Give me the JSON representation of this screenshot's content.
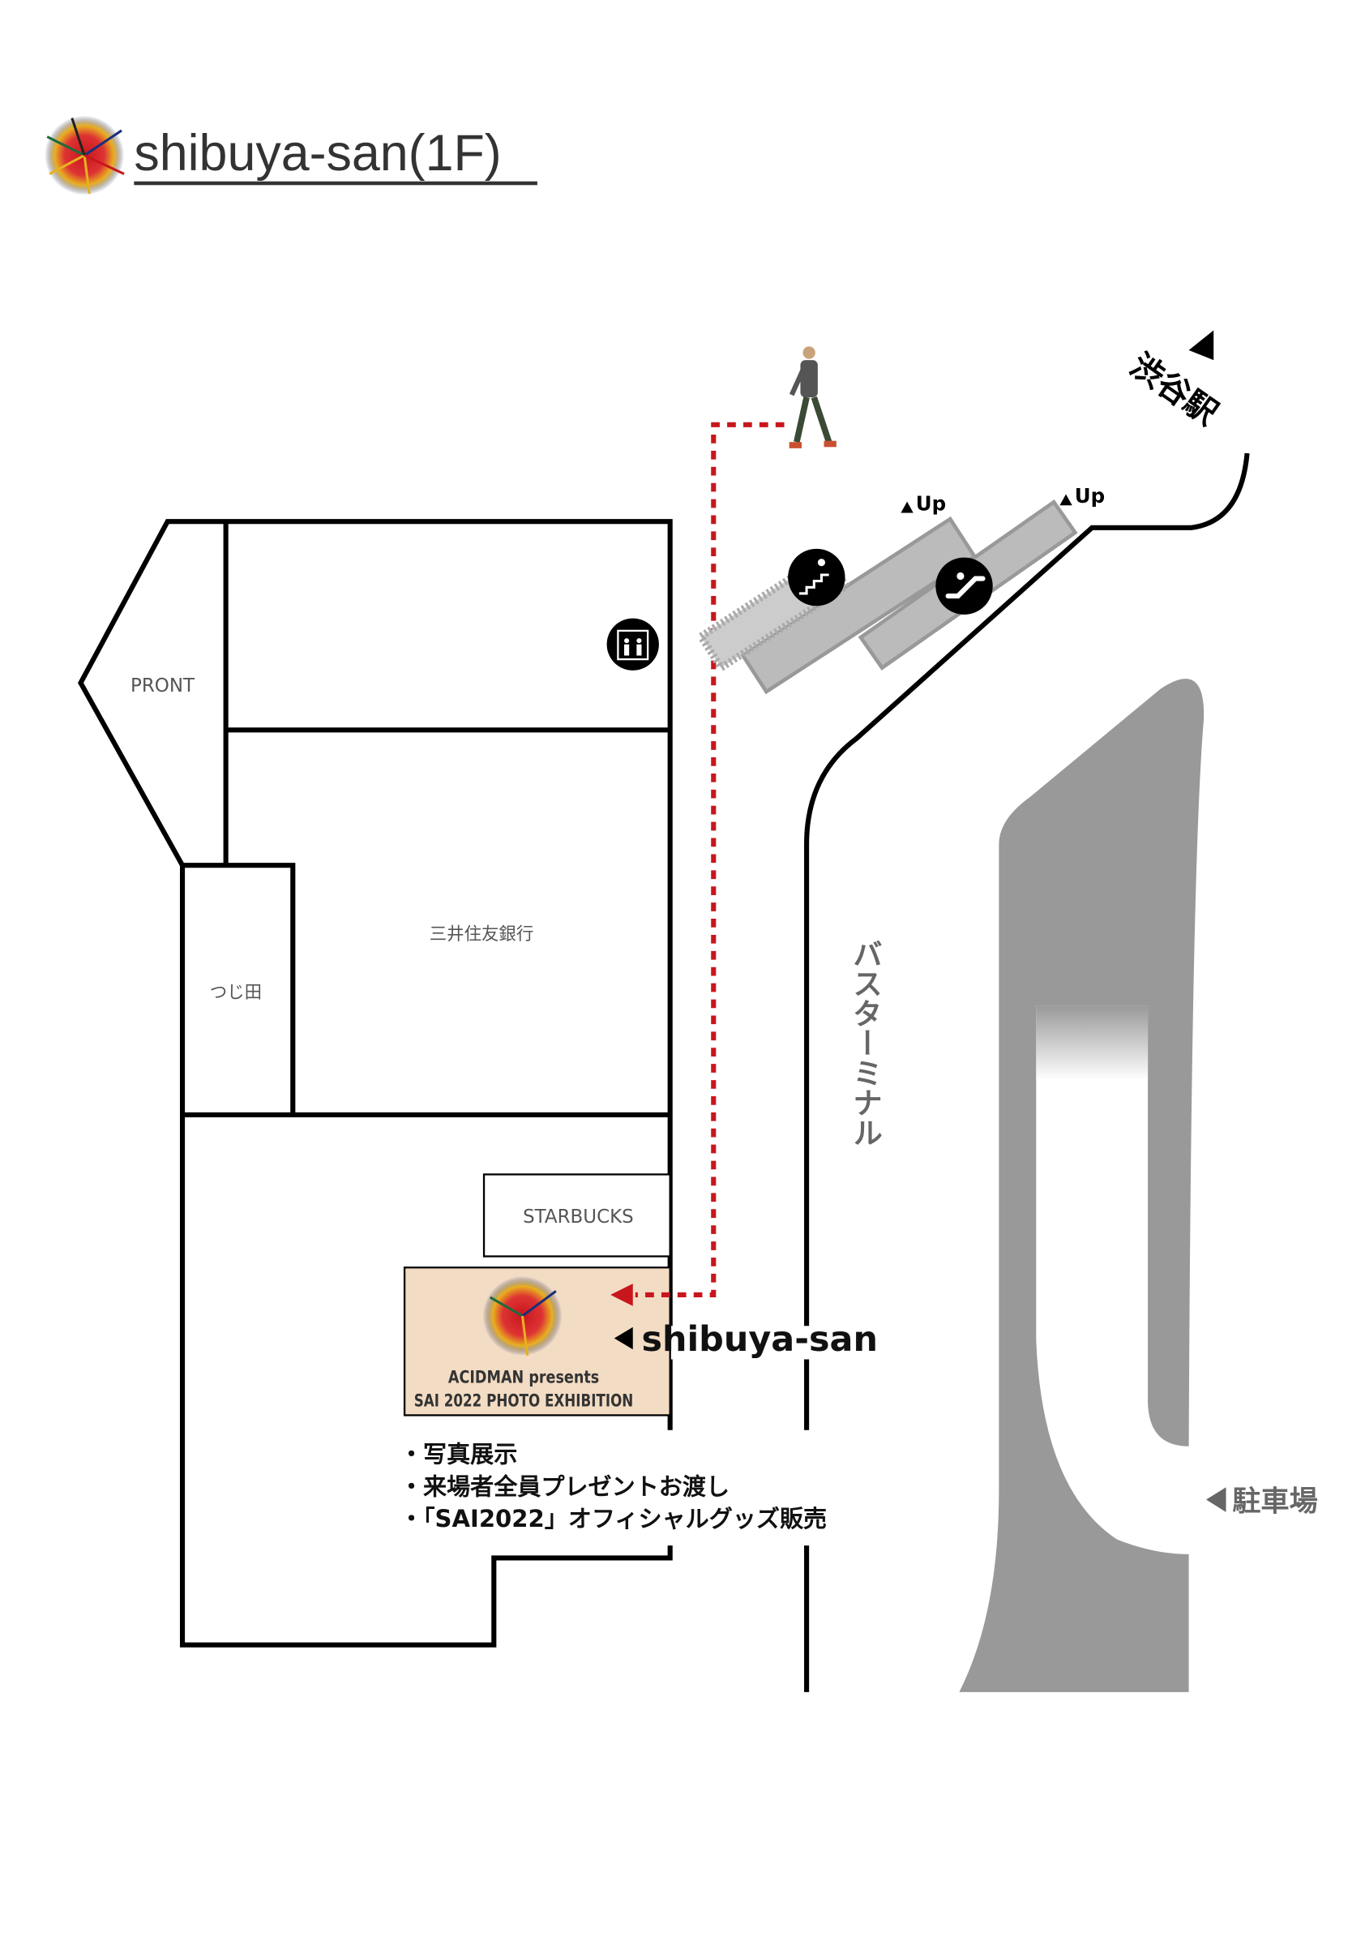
{
  "header": {
    "title": "shibuya-san(1F)"
  },
  "floor_labels": {
    "front": "PRONT",
    "bank": "三井住友銀行",
    "tsujita": "つじ田",
    "starbucks": "STARBUCKS"
  },
  "exhibition": {
    "line1": "ACIDMAN presents",
    "line2": "SAI 2022 PHOTO EXHIBITION",
    "venue_label": "shibuya-san"
  },
  "features": [
    "・写真展示",
    "・来場者全員プレゼントお渡し",
    "・「SAI2022」オフィシャルグッズ販売"
  ],
  "directions": {
    "station": "渋谷駅",
    "bus_terminal": "バスターミナル",
    "parking": "駐車場",
    "up1": "Up",
    "up2": "Up"
  },
  "colors": {
    "route": "#c8161d",
    "exhibit_fill": "#f3dcc4",
    "ramp": "#999999"
  }
}
